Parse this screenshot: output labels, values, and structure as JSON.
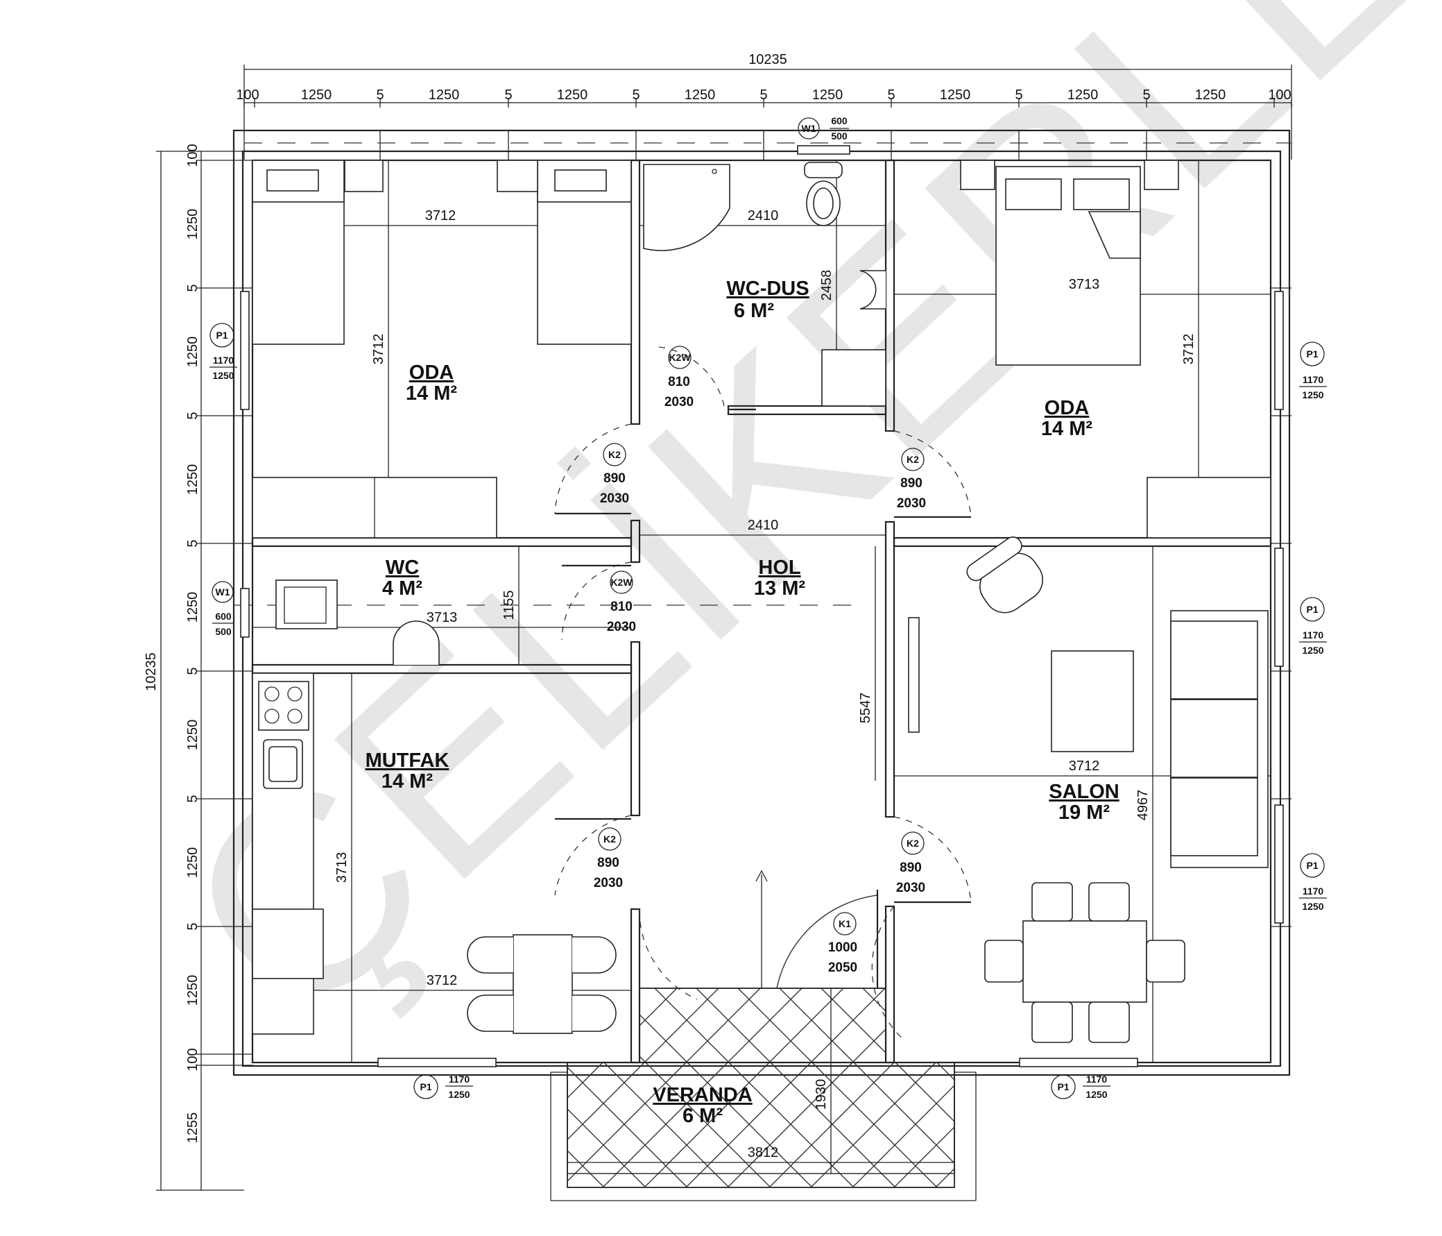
{
  "watermark": "ÇELİKERLER",
  "overall_width": "10235",
  "overall_height": "10235",
  "top_modules": [
    "100",
    "1250",
    "5",
    "1250",
    "5",
    "1250",
    "5",
    "1250",
    "5",
    "1250",
    "5",
    "1250",
    "5",
    "1250",
    "5",
    "1250",
    "100"
  ],
  "left_modules": [
    "100",
    "1250",
    "5",
    "1250",
    "5",
    "1250",
    "5",
    "1250",
    "5",
    "1250",
    "5",
    "1250",
    "5",
    "1250",
    "100",
    "1255"
  ],
  "rooms": {
    "oda_left": {
      "name": "ODA",
      "area": "14 M²",
      "w": "3712",
      "h": "3712"
    },
    "wc_dus": {
      "name": "WC-DUS",
      "area": "6 M²",
      "w": "2410",
      "h": "2458"
    },
    "oda_right": {
      "name": "ODA",
      "area": "14 M²",
      "w": "3713",
      "h": "3712"
    },
    "wc": {
      "name": "WC",
      "area": "4 M²",
      "w": "3713",
      "h": "1155"
    },
    "hol": {
      "name": "HOL",
      "area": "13 M²",
      "w": "2410",
      "h": "5547"
    },
    "mutfak": {
      "name": "MUTFAK",
      "area": "14 M²",
      "w": "3712",
      "h": "3713"
    },
    "salon": {
      "name": "SALON",
      "area": "19 M²",
      "w": "3712",
      "h": "4967"
    },
    "veranda": {
      "name": "VERANDA",
      "area": "6 M²",
      "w": "3812",
      "h": "1930"
    }
  },
  "tags": {
    "W1": {
      "code": "W1",
      "w": "600",
      "h": "500"
    },
    "P1": {
      "code": "P1",
      "w": "1170",
      "h": "1250"
    },
    "K2": {
      "code": "K2",
      "w": "890",
      "h": "2030"
    },
    "K2W": {
      "code": "K2W",
      "w": "810",
      "h": "2030"
    },
    "K1": {
      "code": "K1",
      "w": "1000",
      "h": "2050"
    }
  }
}
